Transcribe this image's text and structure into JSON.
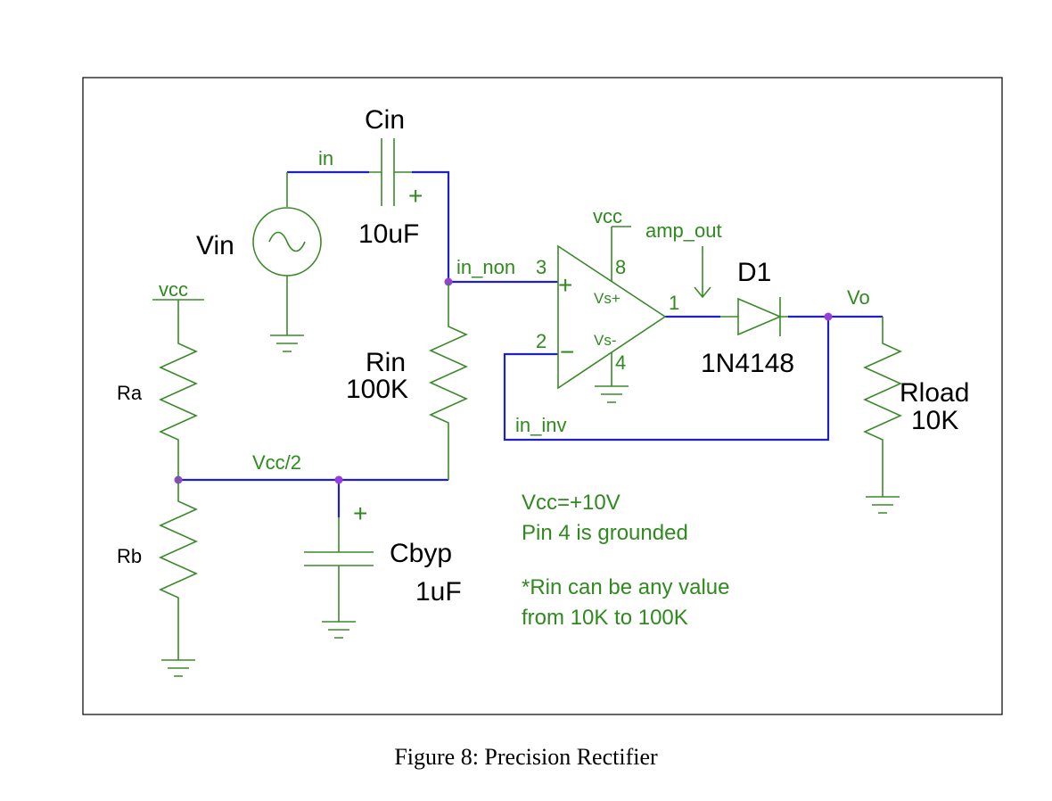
{
  "caption": "Figure 8: Precision Rectifier",
  "components": {
    "cin_name": "Cin",
    "cin_value": "10uF",
    "vin_name": "Vin",
    "rin_name": "Rin",
    "rin_value": "100K",
    "ra_name": "Ra",
    "rb_name": "Rb",
    "cbyp_name": "Cbyp",
    "cbyp_value": "1uF",
    "d1_name": "D1",
    "d1_value": "1N4148",
    "rload_name": "Rload",
    "rload_value": "10K"
  },
  "nets": {
    "in": "in",
    "in_non": "in_non",
    "in_inv": "in_inv",
    "vcc_half": "Vcc/2",
    "vo": "Vo",
    "amp_out": "amp_out",
    "vcc_top": "vcc",
    "vcc_left": "vcc"
  },
  "opamp": {
    "pin3": "3",
    "pin2": "2",
    "pin8": "8",
    "pin4": "4",
    "pin1": "1",
    "vs_plus": "Vs+",
    "vs_minus": "Vs-",
    "plus_sign": "+",
    "minus_sign": "−"
  },
  "polarity": {
    "cin_plus": "+",
    "cbyp_plus": "+"
  },
  "notes": [
    "Vcc=+10V",
    "Pin 4 is grounded",
    "*Rin can be any value",
    "from 10K to 100K"
  ],
  "colors": {
    "component": "#3a8a2a",
    "wire": "#2020c8",
    "node": "#9a3de0",
    "label": "#2f8a1e"
  }
}
